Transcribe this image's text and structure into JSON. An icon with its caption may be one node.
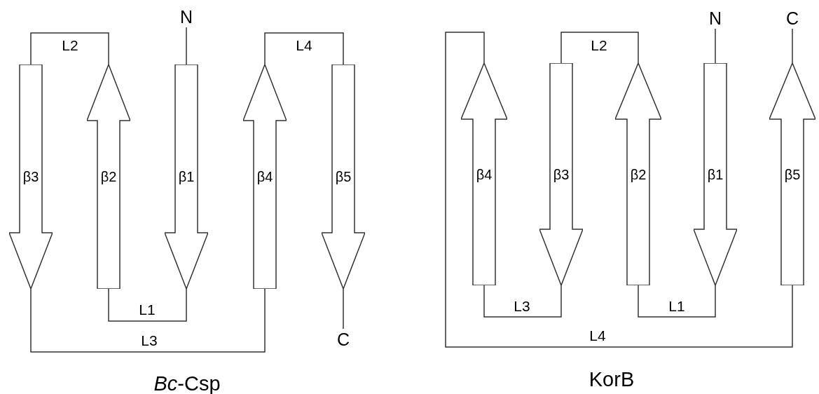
{
  "diagram": {
    "nodes": [
      {
        "text": [
          "N"
        ]
      },
      {
        "text": [
          "β3"
        ]
      },
      {
        "text": [
          "β2"
        ]
      },
      {
        "text": [
          "β1"
        ]
      },
      {
        "text": [
          "β4"
        ]
      },
      {
        "text": [
          "β5"
        ]
      },
      {
        "text": [
          "C"
        ]
      },
      {
        "text": [
          "N"
        ]
      },
      {
        "text": [
          "C"
        ]
      },
      {
        "text": [
          "β4"
        ]
      },
      {
        "text": [
          "β3"
        ]
      },
      {
        "text": [
          "β2"
        ]
      },
      {
        "text": [
          "β1"
        ]
      },
      {
        "text": [
          "β5"
        ]
      }
    ],
    "edges": [
      {
        "from": 0,
        "to": 3,
        "arrow": "none"
      },
      {
        "from": 3,
        "to": 2,
        "arrow": "none",
        "label": "L1"
      },
      {
        "from": 2,
        "to": 1,
        "arrow": "none",
        "label": "L2"
      },
      {
        "from": 1,
        "to": 4,
        "arrow": "none",
        "label": "L3"
      },
      {
        "from": 4,
        "to": 5,
        "arrow": "none",
        "label": "L4"
      },
      {
        "from": 5,
        "to": 6,
        "arrow": "none"
      },
      {
        "from": 7,
        "to": 12,
        "arrow": "none"
      },
      {
        "from": 12,
        "to": 11,
        "arrow": "none",
        "label": "L1"
      },
      {
        "from": 11,
        "to": 10,
        "arrow": "none",
        "label": "L2"
      },
      {
        "from": 10,
        "to": 9,
        "arrow": "none",
        "label": "L3"
      },
      {
        "from": 9,
        "to": 13,
        "arrow": "none",
        "label": "L4"
      },
      {
        "from": 13,
        "to": 8,
        "arrow": "none"
      }
    ],
    "labels": [
      "*Bc*-Csp",
      "KorB"
    ]
  }
}
